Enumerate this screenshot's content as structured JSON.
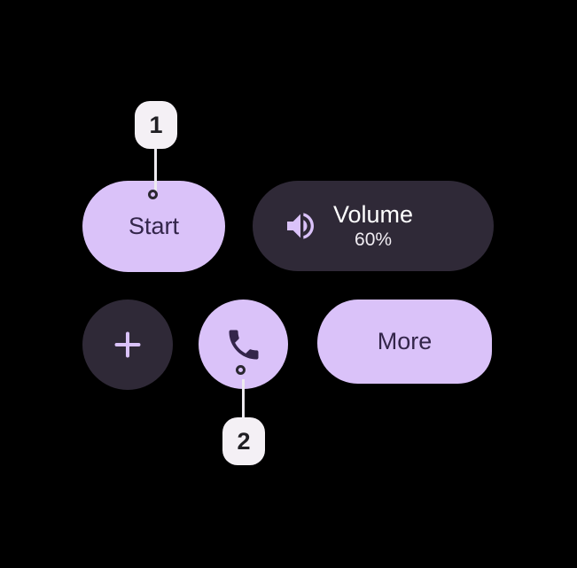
{
  "colors": {
    "background": "#000000",
    "light_purple": "#dac2f9",
    "dark_surface": "#2f2937",
    "dark_purple_text": "#33254a",
    "white_text": "#ffffff",
    "badge_bg": "#f4f0f5",
    "badge_text": "#201f24",
    "connector": "#edeaf0",
    "marker_ring": "#2b2831"
  },
  "buttons": {
    "start": {
      "label": "Start"
    },
    "volume": {
      "label": "Volume",
      "value": "60%",
      "icon": "volume-up-icon"
    },
    "add": {
      "icon": "plus-icon"
    },
    "call": {
      "icon": "phone-icon"
    },
    "more": {
      "label": "More"
    }
  },
  "callouts": [
    {
      "number": "1"
    },
    {
      "number": "2"
    }
  ]
}
